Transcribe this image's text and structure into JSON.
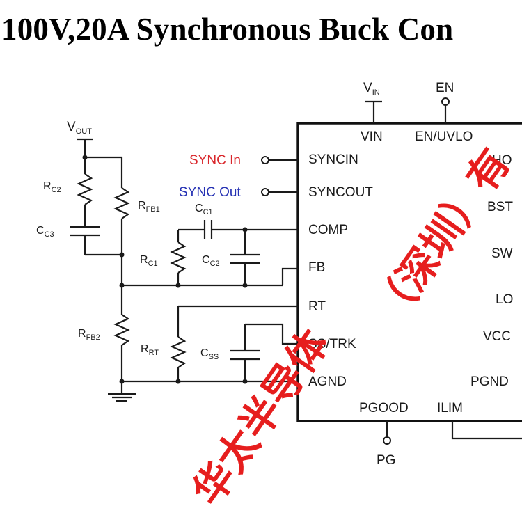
{
  "title": "100V,20A Synchronous Buck Con",
  "external": {
    "vout_main": "V",
    "vout_sub": "OUT",
    "vin_main": "V",
    "vin_sub": "IN",
    "en": "EN",
    "pg": "PG",
    "sync_in": "SYNC In",
    "sync_out": "SYNC Out"
  },
  "components": {
    "rc2": {
      "main": "R",
      "sub": "C2"
    },
    "cc3": {
      "main": "C",
      "sub": "C3"
    },
    "rfb1": {
      "main": "R",
      "sub": "FB1"
    },
    "cc1": {
      "main": "C",
      "sub": "C1"
    },
    "rc1": {
      "main": "R",
      "sub": "C1"
    },
    "cc2": {
      "main": "C",
      "sub": "C2"
    },
    "rfb2": {
      "main": "R",
      "sub": "FB2"
    },
    "rrt": {
      "main": "R",
      "sub": "RT"
    },
    "css": {
      "main": "C",
      "sub": "SS"
    }
  },
  "ic_pins": {
    "top": [
      "VIN",
      "EN/UVLO"
    ],
    "left": [
      "SYNCIN",
      "SYNCOUT",
      "COMP",
      "FB",
      "RT",
      "SS/TRK",
      "AGND"
    ],
    "right": [
      "HO",
      "BST",
      "SW",
      "LO",
      "VCC",
      "PGND"
    ],
    "bottom": [
      "PGOOD",
      "ILIM"
    ]
  },
  "watermark": {
    "line1": "华太半导体",
    "line2": "（深圳）有"
  },
  "colors": {
    "sync_in": "#d9262b",
    "sync_out": "#2632b4",
    "watermark": "#e61e1e",
    "wire": "#1a1a1a"
  }
}
